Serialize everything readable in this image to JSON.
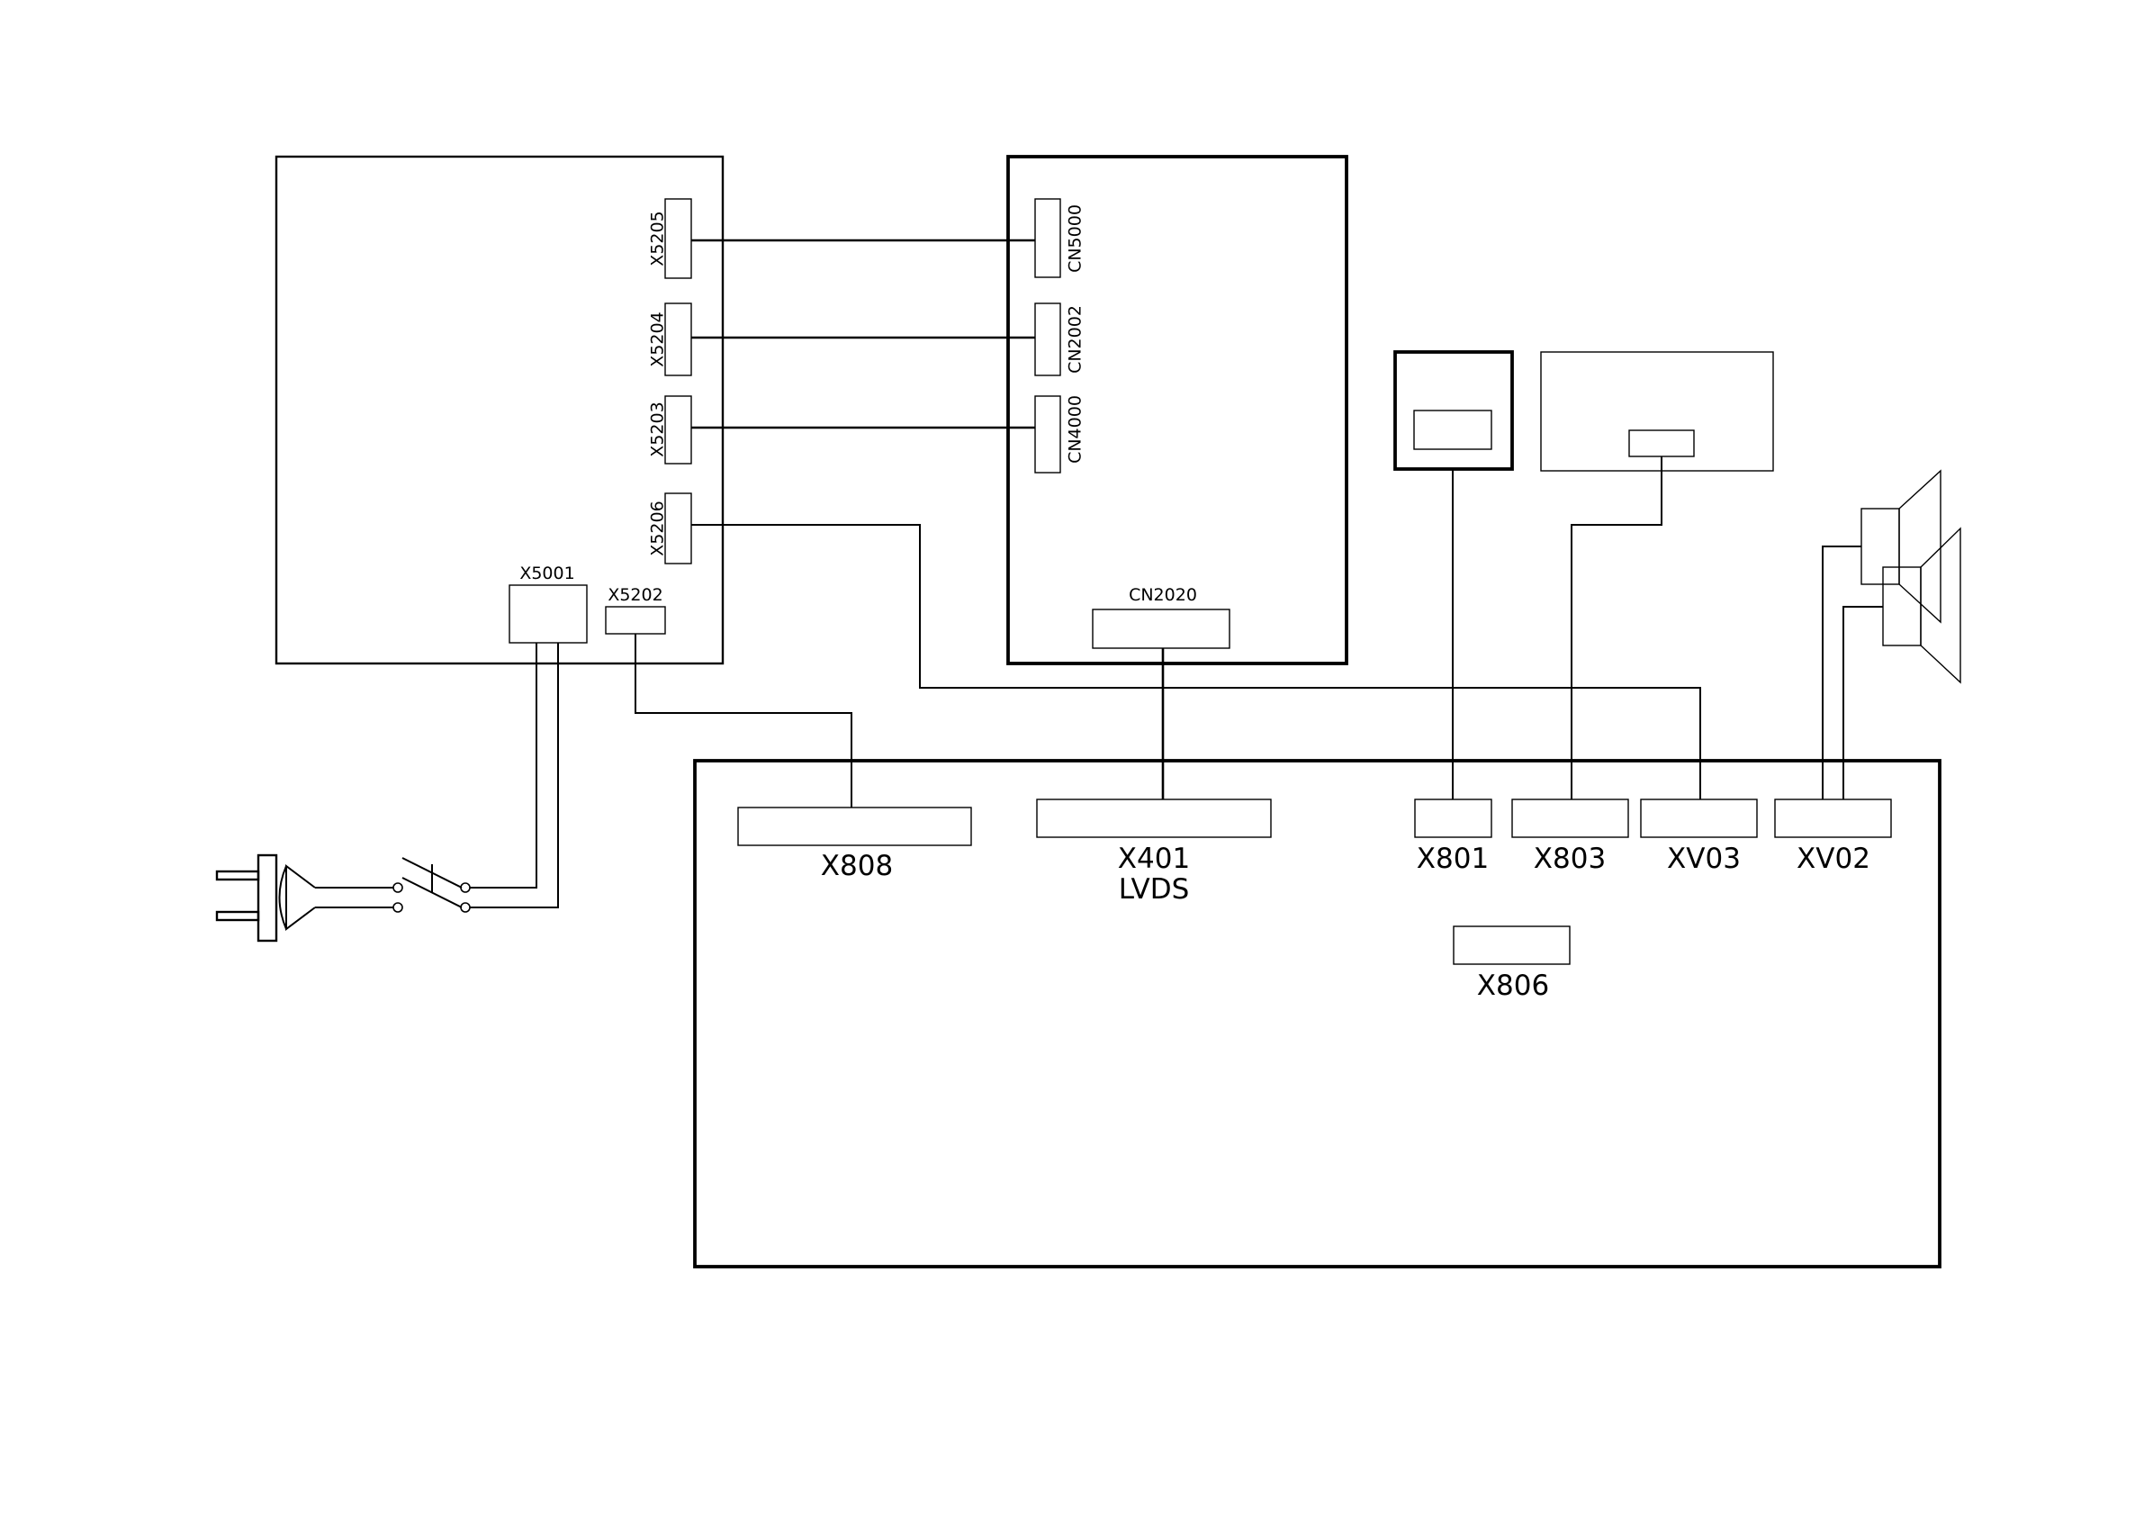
{
  "diagram": {
    "power_board": {
      "connectors": {
        "x5205": "X5205",
        "x5204": "X5204",
        "x5203": "X5203",
        "x5206": "X5206",
        "x5001": "X5001",
        "x5202": "X5202"
      }
    },
    "panel_board": {
      "connectors": {
        "cn5000": "CN5000",
        "cn2002": "CN2002",
        "cn4000": "CN4000",
        "cn2020": "CN2020"
      }
    },
    "main_board": {
      "connectors": {
        "x808": "X808",
        "x401": "X401",
        "x401_sub": "LVDS",
        "x801": "X801",
        "x803": "X803",
        "xv03": "XV03",
        "xv02": "XV02",
        "x806": "X806"
      }
    },
    "icons": [
      "mains-plug-icon",
      "power-switch-icon",
      "speaker-icon"
    ]
  }
}
